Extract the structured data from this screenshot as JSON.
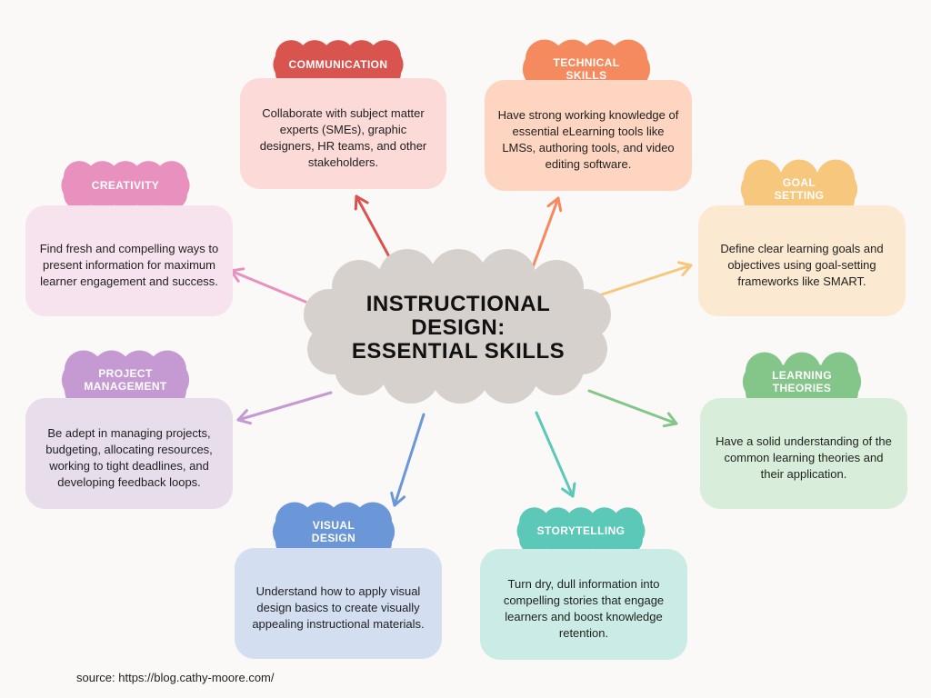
{
  "title_lines": [
    "INSTRUCTIONAL",
    "DESIGN:",
    "ESSENTIAL SKILLS"
  ],
  "colors": {
    "background": "#fbf9f7",
    "center_cloud": "#d6d1cd",
    "communication": {
      "tag": "#d9534f",
      "card": "#fbdad8"
    },
    "technical": {
      "tag": "#f58a5e",
      "card": "#fdd5c1"
    },
    "goal": {
      "tag": "#f7c77e",
      "card": "#fbe9d2"
    },
    "learning": {
      "tag": "#84c58a",
      "card": "#d8eedb"
    },
    "storytelling": {
      "tag": "#5bc8b8",
      "card": "#cbece6"
    },
    "visual": {
      "tag": "#6b96d8",
      "card": "#d3dff1"
    },
    "project": {
      "tag": "#c59ad2",
      "card": "#e8ddea"
    },
    "creativity": {
      "tag": "#e891bf",
      "card": "#f7e3ee"
    }
  },
  "skills": {
    "communication": {
      "label_lines": [
        "COMMUNICATION"
      ],
      "description": "Collaborate with subject matter experts (SMEs), graphic designers, HR teams, and other stakeholders."
    },
    "technical": {
      "label_lines": [
        "TECHNICAL",
        "SKILLS"
      ],
      "description": "Have strong working knowledge of essential eLearning tools like LMSs, authoring tools, and video editing software."
    },
    "goal": {
      "label_lines": [
        "GOAL",
        "SETTING"
      ],
      "description": "Define clear learning goals and objectives using goal-setting frameworks like SMART."
    },
    "learning": {
      "label_lines": [
        "LEARNING",
        "THEORIES"
      ],
      "description": "Have a solid understanding of the common learning theories and their application."
    },
    "storytelling": {
      "label_lines": [
        "STORYTELLING"
      ],
      "description": "Turn dry, dull information into compelling stories that engage learners and boost knowledge retention."
    },
    "visual": {
      "label_lines": [
        "VISUAL",
        "DESIGN"
      ],
      "description": "Understand how to apply visual design basics to create visually appealing instructional materials."
    },
    "project": {
      "label_lines": [
        "PROJECT",
        "MANAGEMENT"
      ],
      "description": "Be adept in managing projects, budgeting, allocating resources, working to tight deadlines, and developing feedback loops."
    },
    "creativity": {
      "label_lines": [
        "CREATIVITY"
      ],
      "description": "Find fresh and compelling ways to present information for maximum learner engagement and success."
    }
  },
  "source": "source: https://blog.cathy-moore.com/"
}
